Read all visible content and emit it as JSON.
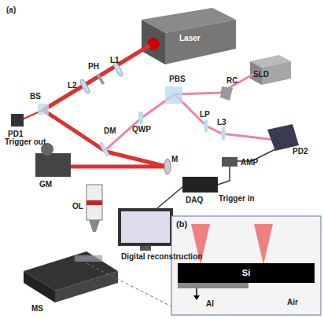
{
  "diagram": {
    "nodes": [
      {
        "text": [
          "(b)"
        ]
      },
      {
        "text": [
          "Si"
        ],
        "in": 0
      }
    ],
    "labels": [
      "(a)",
      "Laser",
      "SLD",
      "L1",
      "PH",
      "L2",
      "PD1",
      "BS",
      "Trigger out",
      "PBS",
      "RC",
      "QWP",
      "DM",
      "LP",
      "L3",
      "PD2",
      "M",
      "GM",
      "AMP",
      "Trigger in",
      "DAQ",
      "OL",
      "Digital reconstruction",
      "MS",
      "Al",
      "Air"
    ]
  }
}
